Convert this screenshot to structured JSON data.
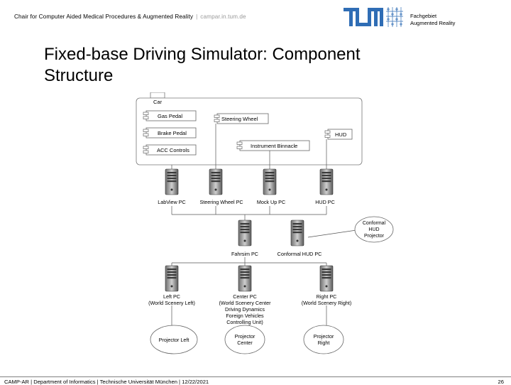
{
  "header": {
    "chair": "Chair for Computer Aided Medical Procedures & Augmented Reality",
    "separator": "|",
    "url": "campar.in.tum.de",
    "dept_line1": "Fachgebiet",
    "dept_line2": "Augmented Reality"
  },
  "slide": {
    "title_line1": "Fixed-base Driving Simulator: Component",
    "title_line2": "Structure"
  },
  "diagram": {
    "car_label": "Car",
    "components": {
      "gas_pedal": "Gas Pedal",
      "brake_pedal": "Brake Pedal",
      "acc_controls": "ACC Controls",
      "steering_wheel": "Steering Wheel",
      "instrument_binnacle": "Instrument Binnacle",
      "hud": "HUD"
    },
    "pcs": {
      "labview": "LabView PC",
      "steering_wheel": "Steering Wheel PC",
      "mockup": "Mock Up PC",
      "hud": "HUD PC",
      "fahrsim": "Fahrsim PC",
      "conformal_hud": "Conformal HUD PC",
      "left_line1": "Left PC",
      "left_line2": "(World Scenery Left)",
      "center_line1": "Center PC",
      "center_line2": "(World Scenery Center",
      "center_line3": "Driving Dynamics",
      "center_line4": "Foreign Vehicles",
      "center_line5": "Controlling Unit)",
      "right_line1": "Right PC",
      "right_line2": "(World Scenery Right)"
    },
    "projectors": {
      "conformal_line1": "Conformal",
      "conformal_line2": "HUD",
      "conformal_line3": "Projector",
      "left_line1": "Projector Left",
      "center_line1": "Projector",
      "center_line2": "Center",
      "right_line1": "Projector",
      "right_line2": "Right"
    }
  },
  "footer": {
    "text": "CAMP-AR | Department of Informatics | Technische Universität München | 12/22/2021",
    "page": "26"
  },
  "colors": {
    "logo_blue": "#2f6db5",
    "separator_gray": "#9a9a9a"
  }
}
